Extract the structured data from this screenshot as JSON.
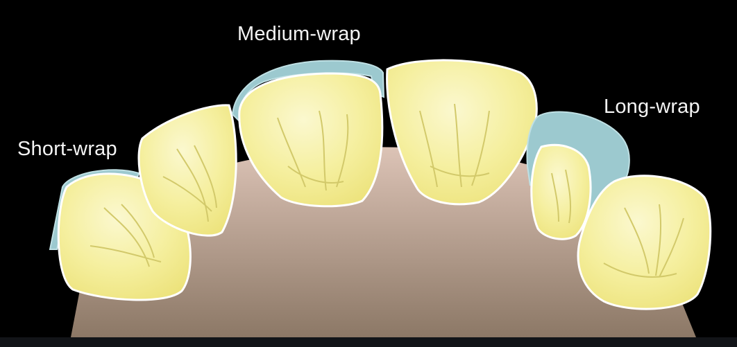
{
  "labels": {
    "short": "Short-wrap",
    "medium": "Medium-wrap",
    "long": "Long-wrap"
  },
  "colors": {
    "background": "#000000",
    "tooth_fill": "#f3ec8c",
    "tooth_highlight": "#fbf8cf",
    "tooth_outline": "#ffffff",
    "wrap_fill": "#9cc9cf",
    "wrap_outline": "#a8d0d6",
    "palate_top": "#d9bcae",
    "palate_bottom": "#8c7866",
    "label_text": "#f4f4f4"
  }
}
